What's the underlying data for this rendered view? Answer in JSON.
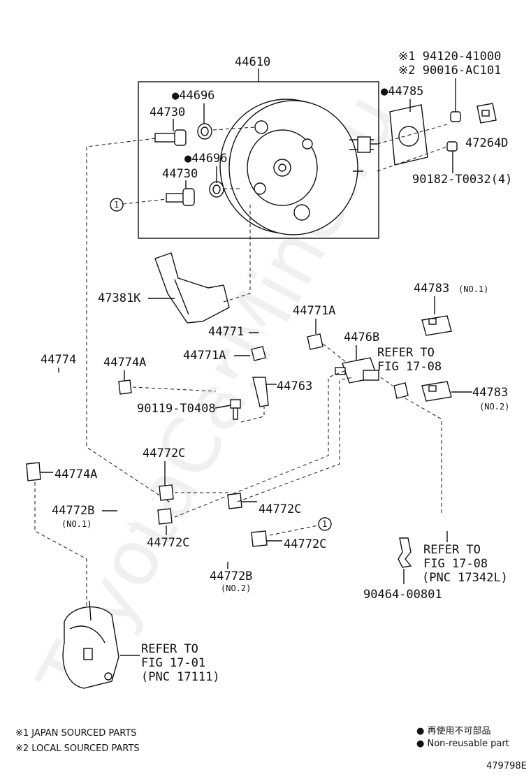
{
  "watermark": "ToyotaCarMine.ru",
  "labels": {
    "booster": "44610",
    "check_valve_upper": "44730",
    "check_valve_lower": "44730",
    "grommet_upper": "●44696",
    "grommet_lower": "●44696",
    "gasket": "●44785",
    "nut_jp": "※1 94120-41000",
    "nut_local": "※2 90016-AC101",
    "bracket_small": "47264D",
    "nut_4": "90182-T0032(4)",
    "bracket_47381": "47381K",
    "hose_44771": "44771",
    "clamp_44771a_top": "44771A",
    "clamp_44771a_mid": "44771A",
    "union_4476b": "4476B",
    "refer_1708_a_l1": "REFER TO",
    "refer_1708_a_l2": "FIG 17-08",
    "vsv_1": "44783",
    "vsv_1_no": "(NO.1)",
    "vsv_2": "44783",
    "vsv_2_no": "(NO.2)",
    "hose_44774": "44774",
    "clamp_44774a_top": "44774A",
    "clamp_44774a_bot": "44774A",
    "pipe_44763": "44763",
    "bolt": "90119-T0408",
    "clamp_44772c_1": "44772C",
    "clamp_44772c_2": "44772C",
    "clamp_44772c_3": "44772C",
    "clamp_44772c_4": "44772C",
    "hose_44772b_1": "44772B",
    "hose_44772b_1_no": "(NO.1)",
    "hose_44772b_2": "44772B",
    "hose_44772b_2_no": "(NO.2)",
    "refer_1708_b_l1": "REFER TO",
    "refer_1708_b_l2": "FIG 17-08",
    "refer_1708_b_l3": "(PNC 17342L)",
    "clip": "90464-00801",
    "refer_1701_l1": "REFER TO",
    "refer_1701_l2": "FIG 17-01",
    "refer_1701_l3": "(PNC 17111)",
    "marker_1": "1"
  },
  "legend": {
    "jp": "※1 JAPAN SOURCED PARTS",
    "local": "※2 LOCAL SOURCED PARTS",
    "nonreuse_jp": "● 再使用不可部品",
    "nonreuse_en": "● Non-reusable part",
    "code": "479798E"
  }
}
